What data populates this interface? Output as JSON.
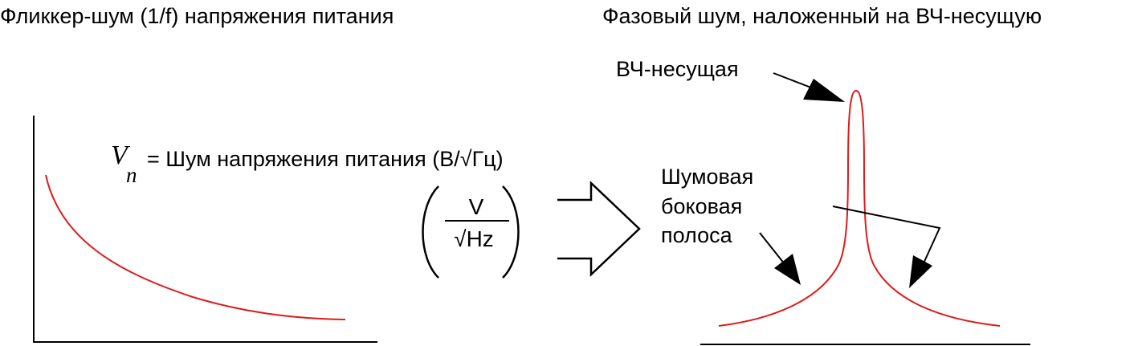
{
  "left_panel": {
    "title": "Фликкер-шум (1/f) напряжения питания",
    "symbol": "V",
    "symbol_sub": "n",
    "description": "= Шум напряжения питания (В/√Гц)",
    "unit_numerator": "V",
    "unit_denominator": "√Hz"
  },
  "right_panel": {
    "title": "Фазовый шум, наложенный на ВЧ-несущую",
    "carrier_label": "ВЧ-несущая",
    "sideband_label_line1": "Шумовая",
    "sideband_label_line2": "боковая",
    "sideband_label_line3": "полоса"
  },
  "colors": {
    "curve": "#dd1c1c",
    "ink": "#000000"
  }
}
